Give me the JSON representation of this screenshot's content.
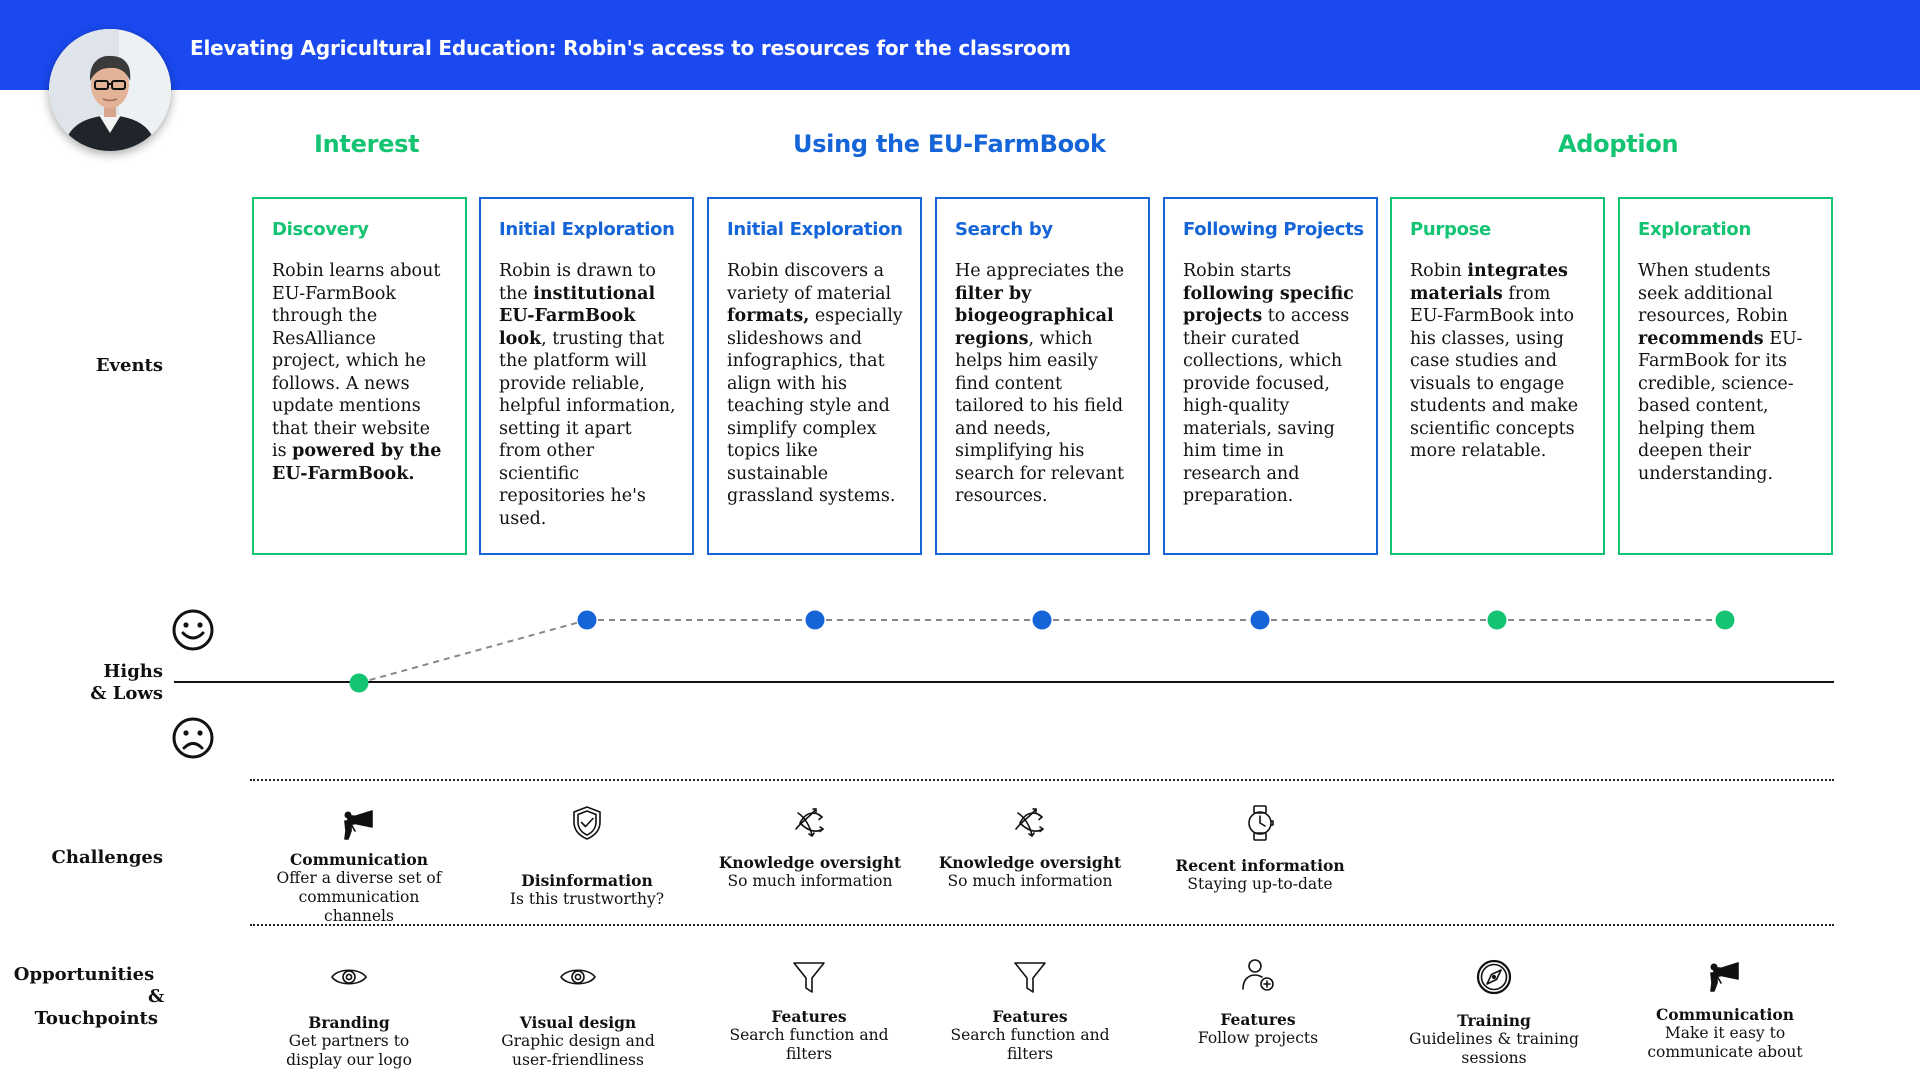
{
  "header": {
    "title": "Elevating Agricultural Education: Robin's access to resources for the classroom"
  },
  "phases": {
    "interest": "Interest",
    "using": "Using the EU-FarmBook",
    "adoption": "Adoption"
  },
  "row_labels": {
    "events": "Events",
    "highs_1": "Highs",
    "highs_2": "& Lows",
    "challenges": "Challenges",
    "opp_1": "Opportunities",
    "opp_2": "&",
    "opp_3": "Touchpoints"
  },
  "colors": {
    "banner": "#1a49f0",
    "interest_green": "#14c472",
    "using_blue": "#1565d8"
  },
  "cards": [
    {
      "title": "Discovery",
      "phase": "interest",
      "body": [
        {
          "t": "Robin learns about EU-FarmBook through the ResAlliance project, which he follows. A news update mentions that their website is "
        },
        {
          "t": "powered by the EU-FarmBook.",
          "b": true
        }
      ]
    },
    {
      "title": "Initial Exploration",
      "phase": "using",
      "body": [
        {
          "t": "Robin is drawn to the "
        },
        {
          "t": "institutional EU-FarmBook look",
          "b": true
        },
        {
          "t": ", trusting that the platform will provide reliable, helpful information, setting it apart from other scientific repositories he's used."
        }
      ]
    },
    {
      "title": "Initial Exploration",
      "phase": "using",
      "body": [
        {
          "t": "Robin discovers a variety of material "
        },
        {
          "t": "formats,",
          "b": true
        },
        {
          "t": " especially slideshows and infographics, that align with his teaching style and simplify complex topics like sustainable grassland systems."
        }
      ]
    },
    {
      "title": "Search by",
      "phase": "using",
      "body": [
        {
          "t": "He appreciates the "
        },
        {
          "t": "filter by biogeographical regions",
          "b": true
        },
        {
          "t": ", which helps him easily find content tailored to his field and needs, simplifying his search for relevant resources."
        }
      ]
    },
    {
      "title": "Following Projects",
      "phase": "using",
      "body": [
        {
          "t": "Robin starts "
        },
        {
          "t": "following specific projects",
          "b": true
        },
        {
          "t": " to access their curated collections, which provide focused, high-quality materials, saving him time in research and preparation."
        }
      ]
    },
    {
      "title": "Purpose",
      "phase": "adoption",
      "body": [
        {
          "t": "Robin "
        },
        {
          "t": "integrates materials",
          "b": true
        },
        {
          "t": " from EU-FarmBook into his classes, using case studies and visuals to engage students and make scientific concepts more relatable."
        }
      ]
    },
    {
      "title": "Exploration",
      "phase": "adoption",
      "body": [
        {
          "t": "When students seek additional resources, Robin "
        },
        {
          "t": "recommends",
          "b": true
        },
        {
          "t": " EU-FarmBook for its credible, science-based content, helping them deepen their understanding."
        }
      ]
    }
  ],
  "emotion_levels": [
    "low",
    "high",
    "high",
    "high",
    "high",
    "high",
    "high"
  ],
  "challenges": [
    {
      "icon": "megaphone-icon",
      "title": "Communication",
      "text": "Offer a diverse set of communication channels"
    },
    {
      "icon": "shield-check-icon",
      "title": "Disinformation",
      "text": "Is this trustworthy?"
    },
    {
      "icon": "scatter-arrows-icon",
      "title": "Knowledge oversight",
      "text": "So much information"
    },
    {
      "icon": "scatter-arrows-icon",
      "title": "Knowledge oversight",
      "text": "So much information"
    },
    {
      "icon": "watch-icon",
      "title": "Recent information",
      "text": "Staying up-to-date"
    }
  ],
  "opportunities": [
    {
      "icon": "eye-icon",
      "title": "Branding",
      "text": "Get partners to display our logo"
    },
    {
      "icon": "eye-icon",
      "title": "Visual design",
      "text": "Graphic design and user-friendliness"
    },
    {
      "icon": "funnel-icon",
      "title": "Features",
      "text": "Search function and filters"
    },
    {
      "icon": "funnel-icon",
      "title": "Features",
      "text": "Search function and filters"
    },
    {
      "icon": "add-user-icon",
      "title": "Features",
      "text": "Follow projects"
    },
    {
      "icon": "compass-icon",
      "title": "Training",
      "text": "Guidelines & training sessions"
    },
    {
      "icon": "megaphone-icon",
      "title": "Communication",
      "text": "Make it easy to communicate about"
    }
  ]
}
